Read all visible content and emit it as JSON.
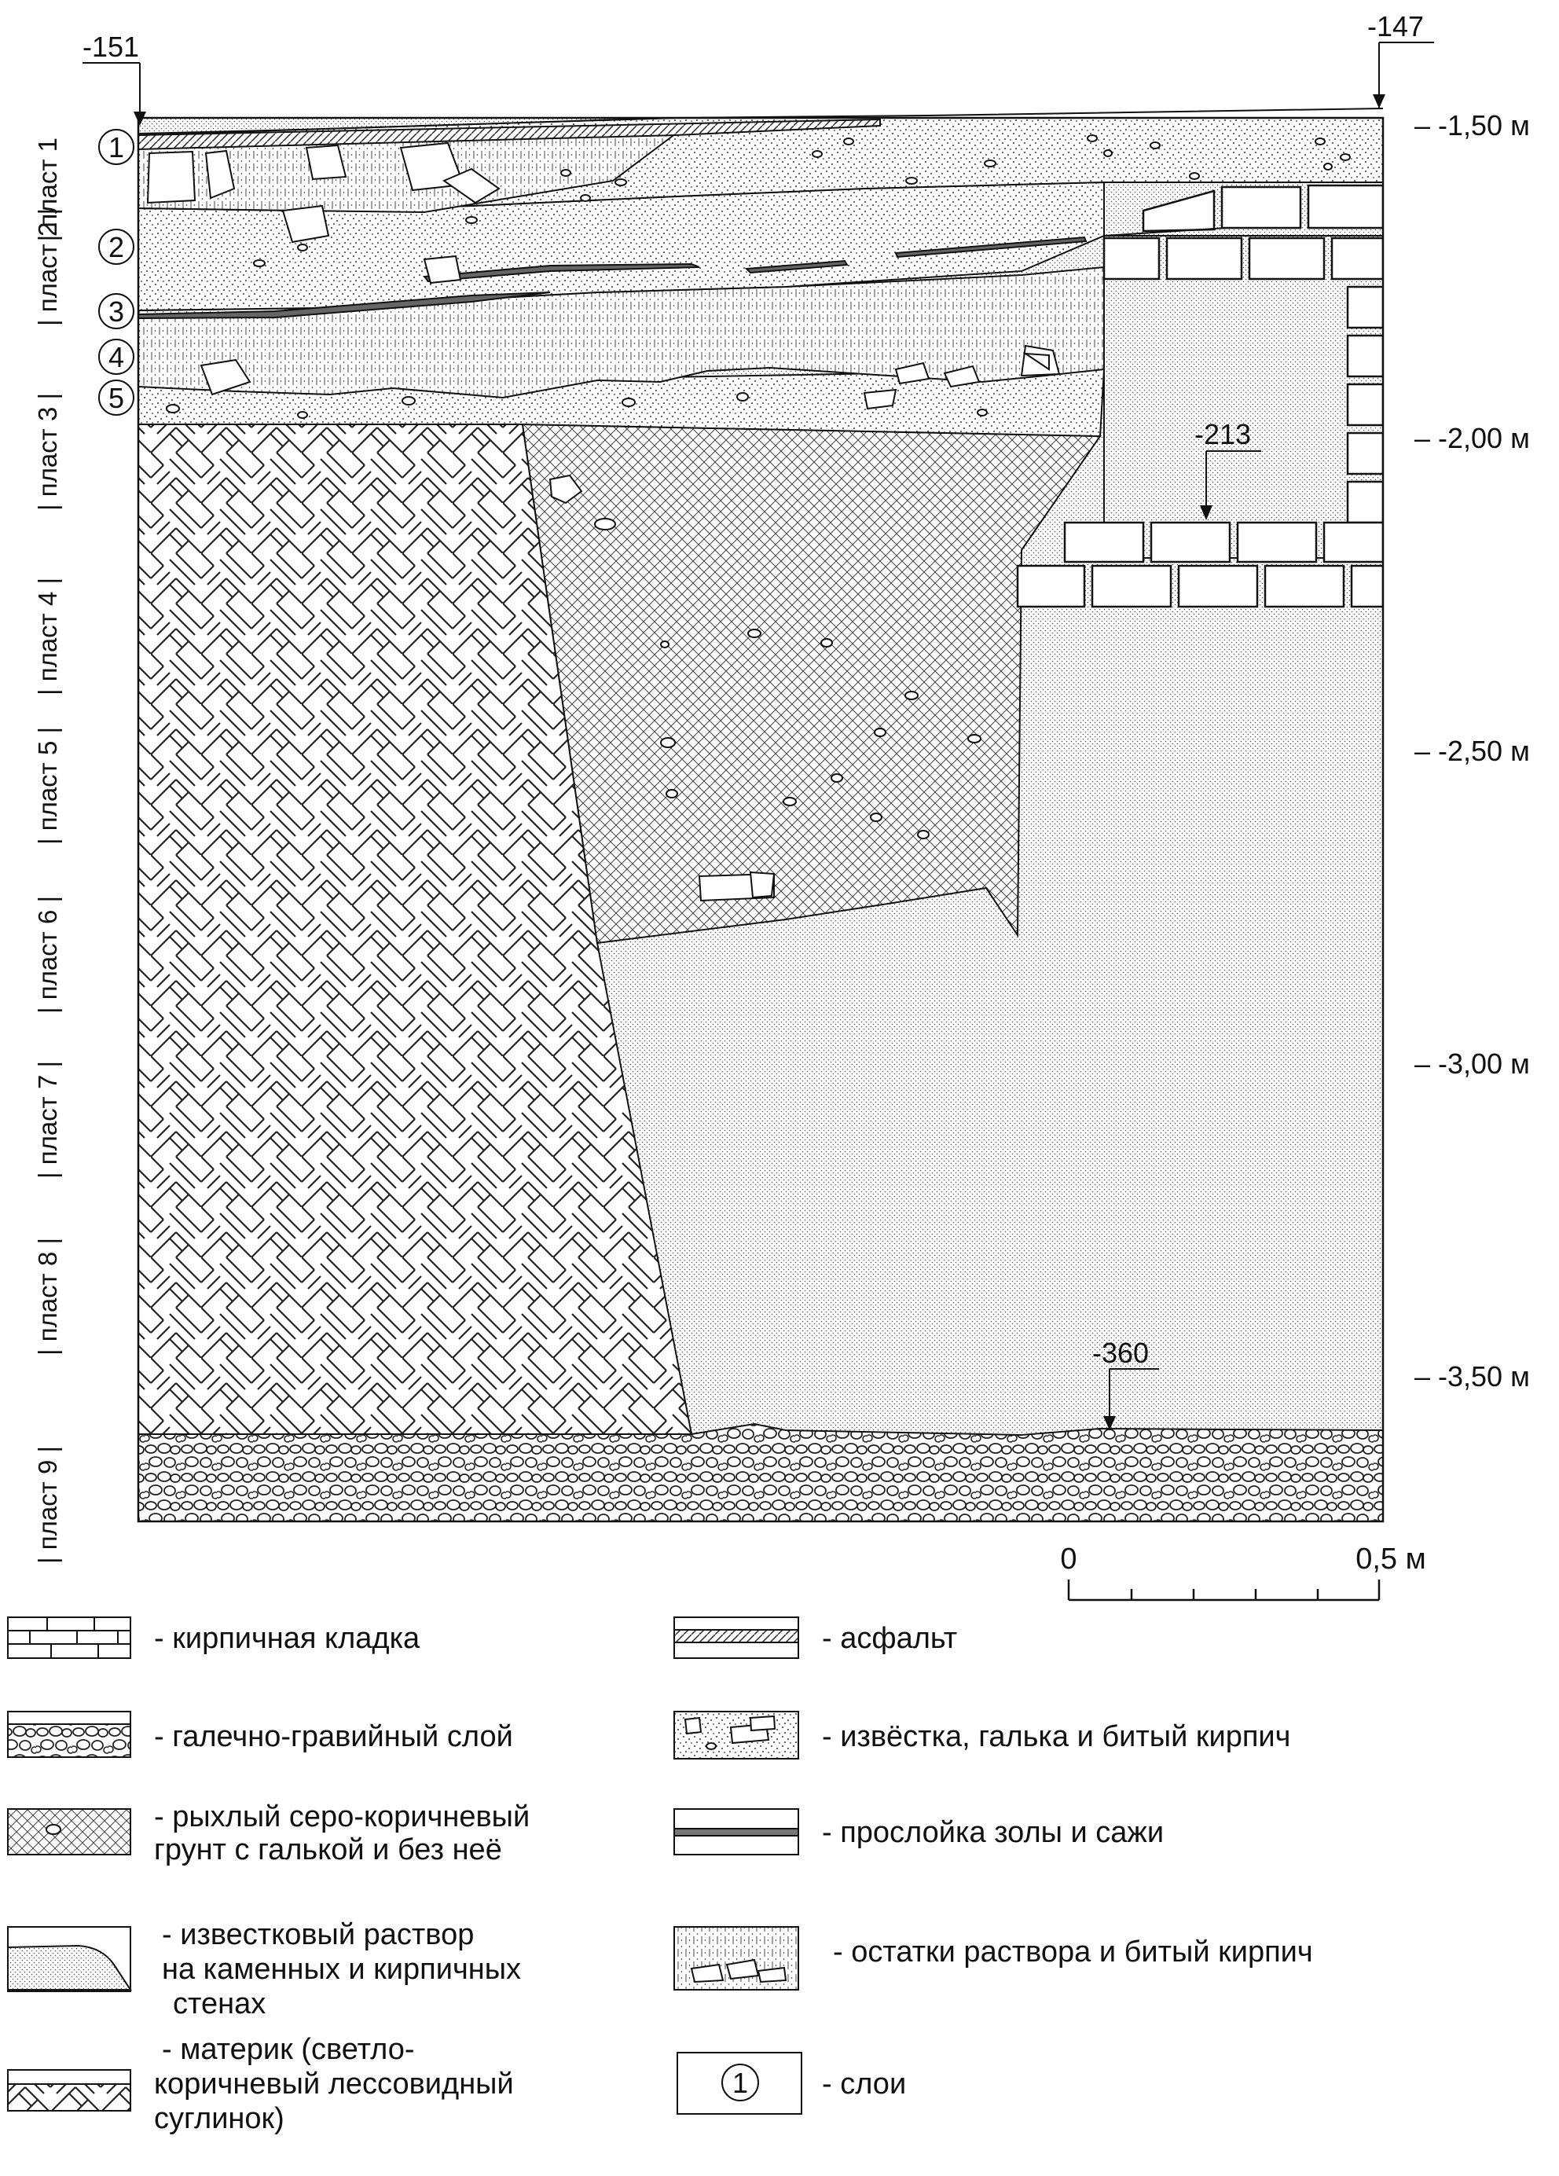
{
  "section": {
    "datum_marks": {
      "top_left": "-151",
      "top_right": "-147",
      "brick_footing": "-213",
      "bottom": "-360"
    },
    "layer_numbers": [
      "1",
      "2",
      "3",
      "4",
      "5"
    ],
    "plasts": [
      "| пласт 1",
      "| пласт 2 |",
      "| пласт 3 |",
      "| пласт 4 |",
      "| пласт 5 |",
      "| пласт 6 |",
      "| пласт 7 |",
      "| пласт 8 |",
      "| пласт 9 |"
    ],
    "depth_scale": [
      "– -1,50 м",
      "– -2,00 м",
      "– -2,50 м",
      "– -3,00 м",
      "– -3,50 м"
    ]
  },
  "scale_bar": {
    "start": "0",
    "end": "0,5 м"
  },
  "legend": [
    {
      "id": "brick",
      "label_lines": [
        "- кирпичная кладка"
      ]
    },
    {
      "id": "asphalt",
      "label_lines": [
        "- асфальт"
      ]
    },
    {
      "id": "gravel",
      "label_lines": [
        "- галечно-гравийный слой"
      ]
    },
    {
      "id": "lime-rubble",
      "label_lines": [
        "- извёстка, галька и битый кирпич"
      ]
    },
    {
      "id": "loose-soil",
      "label_lines": [
        "- рыхлый серо-коричневый",
        "грунт с галькой и без неё"
      ]
    },
    {
      "id": "ash",
      "label_lines": [
        "- прослойка золы и сажи"
      ]
    },
    {
      "id": "lime-mortar",
      "label_lines": [
        "- известковый раствор",
        "на каменных и кирпичных",
        "стенах"
      ]
    },
    {
      "id": "mortar-remains",
      "label_lines": [
        "- остатки раствора и битый кирпич"
      ]
    },
    {
      "id": "natural-loam",
      "label_lines": [
        "- материк (светло-",
        "коричневый лессовидный",
        "суглинок)"
      ]
    },
    {
      "id": "layers",
      "label_lines": [
        "- слои"
      ]
    }
  ],
  "legend_layer_example": "1"
}
